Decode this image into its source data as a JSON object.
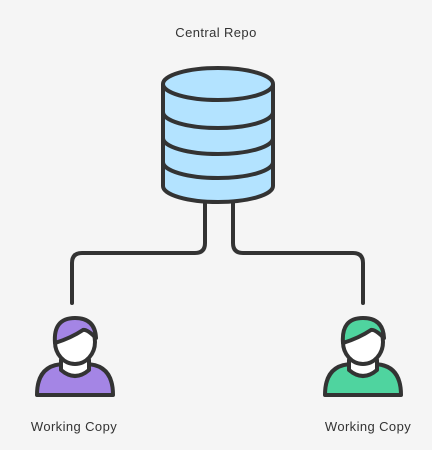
{
  "diagram": {
    "central": {
      "label": "Central Repo"
    },
    "users": [
      {
        "label": "Working Copy"
      },
      {
        "label": "Working Copy"
      }
    ]
  },
  "colors": {
    "background": "#f5f5f5",
    "stroke": "#333333",
    "database_fill": "#b3e3ff",
    "user_left_hair": "#a485e5",
    "user_right_hair": "#4fd49f",
    "face": "#ffffff"
  },
  "icons": {
    "central": "database-icon",
    "left_user": "user-icon",
    "right_user": "user-icon"
  }
}
